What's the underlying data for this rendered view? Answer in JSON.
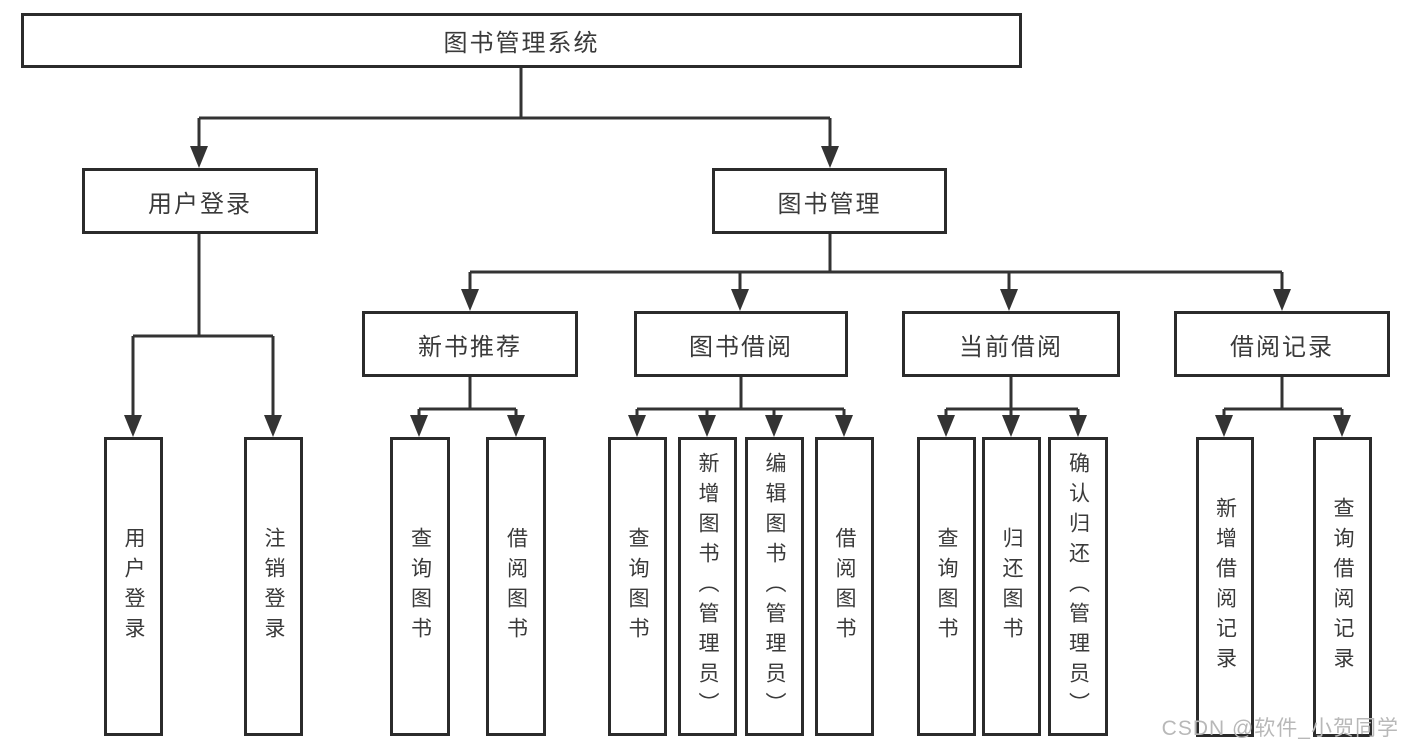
{
  "diagram": {
    "root": {
      "label": "图书管理系统",
      "children": [
        {
          "label": "用户登录",
          "children": [
            {
              "label": "用户登录"
            },
            {
              "label": "注销登录"
            }
          ]
        },
        {
          "label": "图书管理",
          "children": [
            {
              "label": "新书推荐",
              "children": [
                {
                  "label": "查询图书"
                },
                {
                  "label": "借阅图书"
                }
              ]
            },
            {
              "label": "图书借阅",
              "children": [
                {
                  "label": "查询图书"
                },
                {
                  "label": "新增图书（管理员）"
                },
                {
                  "label": "编辑图书（管理员）"
                },
                {
                  "label": "借阅图书"
                }
              ]
            },
            {
              "label": "当前借阅",
              "children": [
                {
                  "label": "查询图书"
                },
                {
                  "label": "归还图书"
                },
                {
                  "label": "确认归还（管理员）"
                }
              ]
            },
            {
              "label": "借阅记录",
              "children": [
                {
                  "label": "新增借阅记录"
                },
                {
                  "label": "查询借阅记录"
                }
              ]
            }
          ]
        }
      ]
    }
  },
  "watermark": {
    "text": "CSDN @软件_小贺同学"
  },
  "colors": {
    "box_border": "#2b2b2b",
    "line": "#333333",
    "text": "#3a3a3a",
    "watermark": "#b8b8b8",
    "background": "#ffffff"
  }
}
